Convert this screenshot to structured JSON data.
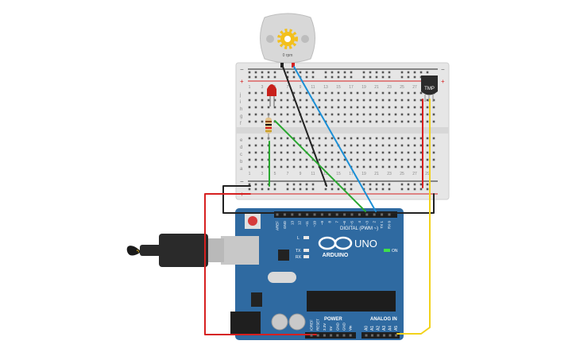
{
  "motor": {
    "speed_label": "0 rpm"
  },
  "breadboard": {
    "rail_plus": "+",
    "rail_minus": "−",
    "rows_top": [
      "j",
      "i",
      "h",
      "g",
      "f"
    ],
    "rows_bottom": [
      "e",
      "d",
      "c",
      "b",
      "a"
    ],
    "column_numbers": [
      "1",
      "3",
      "5",
      "7",
      "9",
      "11",
      "13",
      "15",
      "17",
      "19",
      "21",
      "23",
      "25",
      "27",
      "29"
    ]
  },
  "sensor": {
    "label": "TMP"
  },
  "arduino": {
    "brand": "ARDUINO",
    "model": "UNO",
    "digital_label": "DIGITAL (PWM ~)",
    "power_label": "POWER",
    "analog_label": "ANALOG IN",
    "on_label": "ON",
    "l_label": "L",
    "tx_label": "TX",
    "rx_label": "RX",
    "digital_pins": [
      "AREF",
      "GND",
      "13",
      "12",
      "~11",
      "~10",
      "~9",
      "8",
      "7",
      "~6",
      "~5",
      "4",
      "~3",
      "2",
      "TX 1",
      "RX 0"
    ],
    "power_pins": [
      "IOREF",
      "RESET",
      "3.3V",
      "5V",
      "GND",
      "GND",
      "Vin"
    ],
    "analog_pins": [
      "A0",
      "A1",
      "A2",
      "A3",
      "A4",
      "A5"
    ]
  },
  "colors": {
    "board": "#2f6aa1",
    "breadboard": "#e6e6e6",
    "wire_red": "#d62020",
    "wire_black": "#222222",
    "wire_blue": "#1b8fd6",
    "wire_green": "#2aa830",
    "wire_yellow": "#f2d21b"
  }
}
